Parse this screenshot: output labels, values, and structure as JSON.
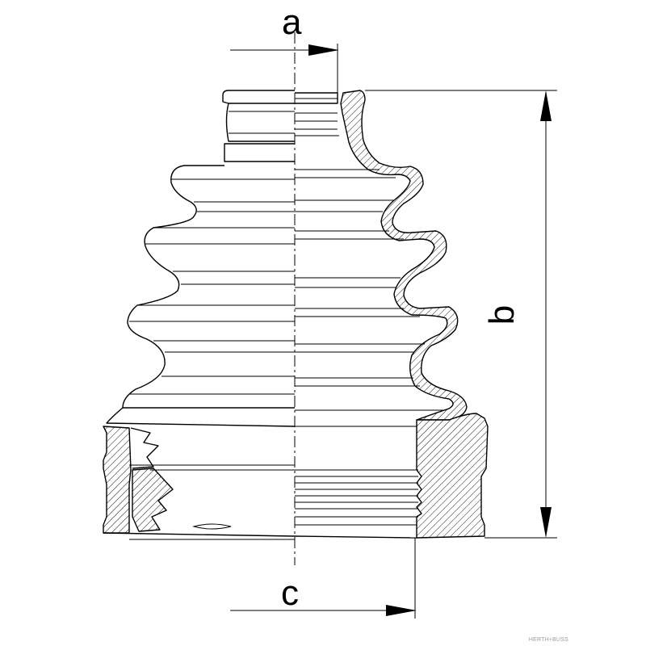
{
  "dimensions": {
    "a": "a",
    "b": "b",
    "c": "c"
  },
  "watermark": "HERTH+BUSS"
}
